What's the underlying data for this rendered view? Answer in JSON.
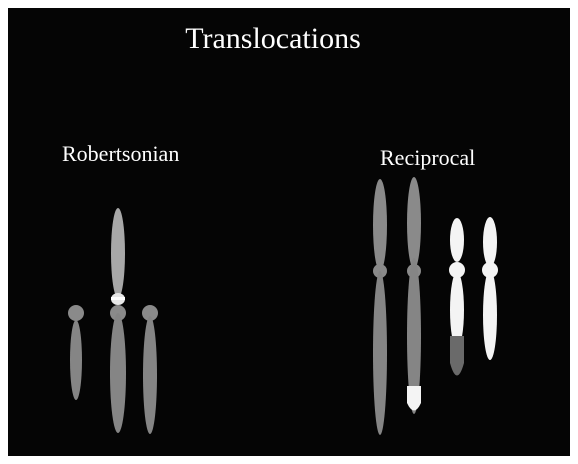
{
  "title": "Translocations",
  "groups": {
    "robertsonian": {
      "label": "Robertsonian"
    },
    "reciprocal": {
      "label": "Reciprocal"
    }
  },
  "colors": {
    "background": "#050505",
    "text": "#ffffff",
    "chromosome_gray": "#858585",
    "chromosome_light": "#a8a8a8",
    "chromosome_white": "#f4f4f4"
  }
}
